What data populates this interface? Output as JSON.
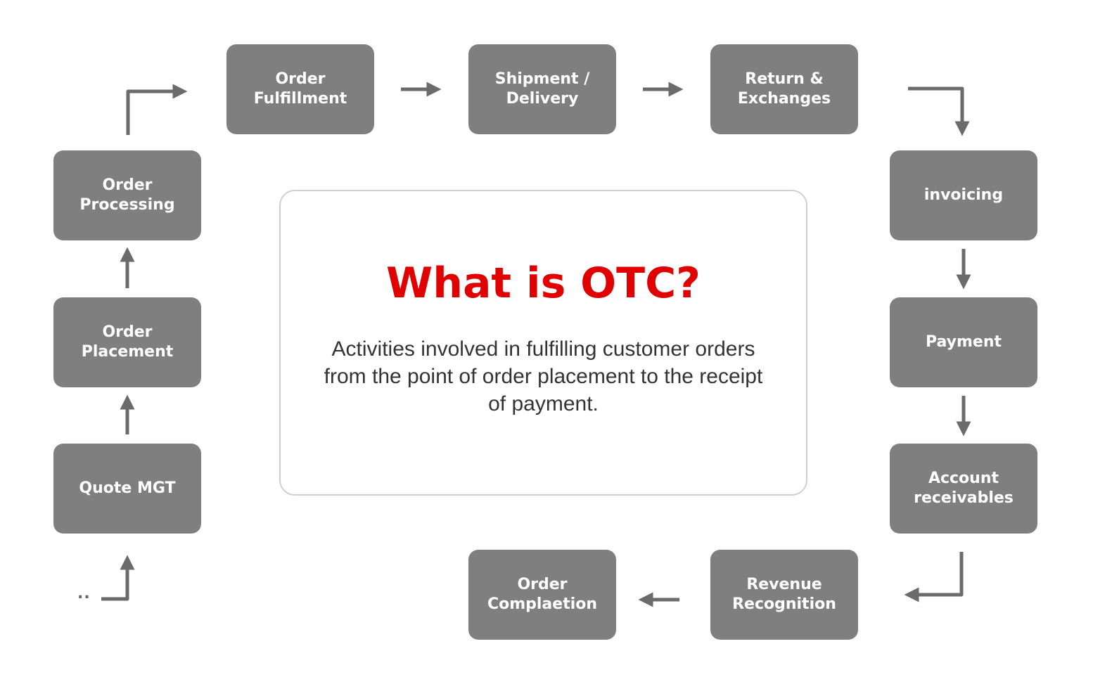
{
  "center": {
    "title": "What is OTC?",
    "description": "Activities involved in fulfilling customer orders from the point of order placement to the receipt of payment."
  },
  "steps": {
    "quote_mgt": "Quote MGT",
    "order_placement": "Order\nPlacement",
    "order_processing": "Order\nProcessing",
    "order_fulfillment": "Order\nFulfillment",
    "shipment_delivery": "Shipment /\nDelivery",
    "return_exchanges": "Return &\nExchanges",
    "invoicing": "invoicing",
    "payment": "Payment",
    "account_receivables": "Account\nreceivables",
    "revenue_recognition": "Revenue\nRecognition",
    "order_completion": "Order\nComplaetion"
  },
  "continuation_marker": "..",
  "colors": {
    "box_fill": "#7f7f7f",
    "box_text": "#ffffff",
    "arrow": "#6b6b6b",
    "title": "#e00000",
    "body_text": "#333333",
    "panel_border": "#cfcfcf"
  }
}
